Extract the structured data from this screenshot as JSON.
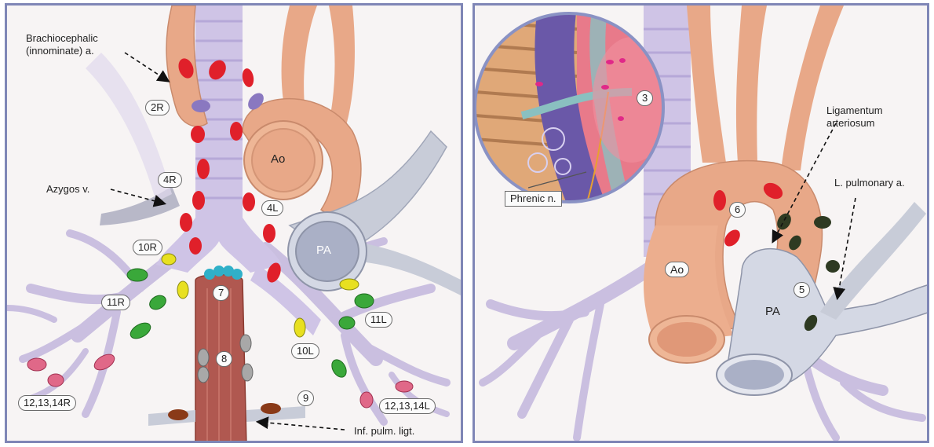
{
  "left_panel": {
    "annotations": {
      "brachiocephalic_line1": "Brachiocephalic",
      "brachiocephalic_line2": "(innominate) a.",
      "azygos": "Azygos v.",
      "inf_pulm": "Inf. pulm. ligt."
    },
    "station_labels": {
      "s2R": "2R",
      "s4R": "4R",
      "s4L": "4L",
      "s10R": "10R",
      "s11R": "11R",
      "s7": "7",
      "s8": "8",
      "s9": "9",
      "s10L": "10L",
      "s11L": "11L",
      "s12R": "12,13,14R",
      "s12L": "12,13,14L"
    },
    "structures": {
      "aorta": "Ao",
      "pulmonary_artery": "PA"
    }
  },
  "right_panel": {
    "annotations": {
      "ligamentum_line1": "Ligamentum",
      "ligamentum_line2": "arteriosum",
      "l_pulmonary": "L. pulmonary a.",
      "phrenic": "Phrenic n."
    },
    "station_labels": {
      "s3": "3",
      "s5": "5",
      "s6": "6"
    },
    "structures": {
      "aorta": "Ao",
      "pulmonary_artery": "PA"
    }
  },
  "colors": {
    "frame": "#7f86b6",
    "node_red": "#e0202a",
    "node_violet": "#8a78c0",
    "node_yellow": "#e8e020",
    "node_green": "#3aa83a",
    "node_pink": "#e06888",
    "node_gray": "#a8a8a8",
    "node_cyan": "#30b0c8",
    "node_brown": "#8a3a18",
    "node_dark_olive": "#2e3a22",
    "airway": "#c8bce0",
    "aorta": "#e8a888",
    "pulmonary_artery": "#c8ccd8",
    "esophagus": "#b05850"
  }
}
